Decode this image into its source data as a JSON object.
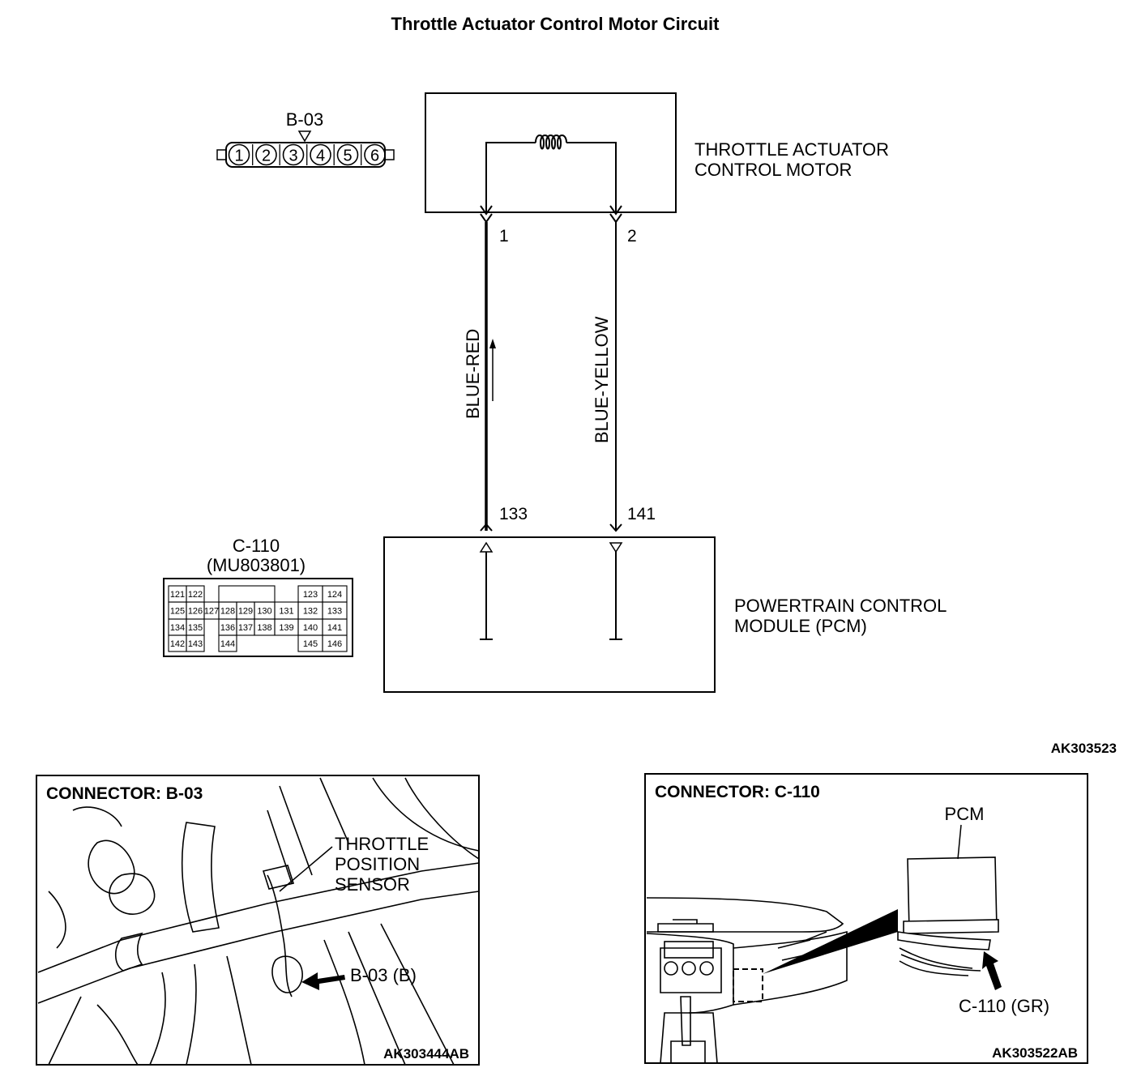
{
  "title": "Throttle Actuator Control Motor Circuit",
  "connector_b03": {
    "label": "B-03",
    "pins": [
      "1",
      "2",
      "3",
      "4",
      "5",
      "6"
    ]
  },
  "motor": {
    "name_line1": "THROTTLE ACTUATOR",
    "name_line2": "CONTROL MOTOR",
    "pin_left": "1",
    "pin_right": "2"
  },
  "wires": {
    "left_color": "BLUE-RED",
    "right_color": "BLUE-YELLOW"
  },
  "pcm": {
    "name_line1": "POWERTRAIN CONTROL",
    "name_line2": "MODULE (PCM)",
    "pin_left": "133",
    "pin_right": "141"
  },
  "connector_c110": {
    "label": "C-110",
    "part": "(MU803801)",
    "row1": [
      "121",
      "122",
      "123",
      "124"
    ],
    "row2": [
      "125",
      "126",
      "127",
      "128",
      "129",
      "130",
      "131",
      "132",
      "133"
    ],
    "row3": [
      "134",
      "135",
      "136",
      "137",
      "138",
      "139",
      "140",
      "141"
    ],
    "row4": [
      "142",
      "143",
      "144",
      "145",
      "146"
    ]
  },
  "figure_code": "AK303523",
  "panel_left": {
    "heading": "CONNECTOR: B-03",
    "callout_line1": "THROTTLE",
    "callout_line2": "POSITION",
    "callout_line3": "SENSOR",
    "pointer": "B-03 (B)",
    "code": "AK303444AB"
  },
  "panel_right": {
    "heading": "CONNECTOR: C-110",
    "pcm_label": "PCM",
    "pointer": "C-110 (GR)",
    "code": "AK303522AB"
  }
}
